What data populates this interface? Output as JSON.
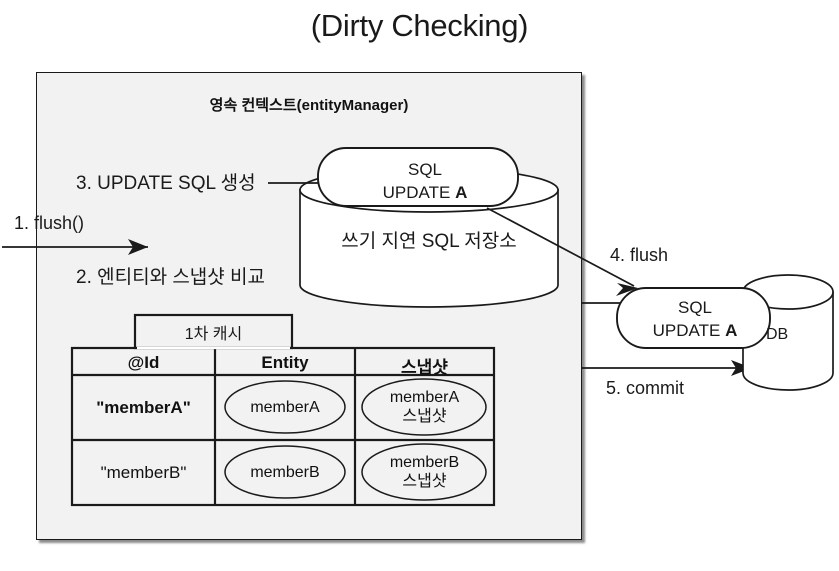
{
  "title": "(Dirty Checking)",
  "persistence_context": {
    "header": "영속 컨텍스트(entityManager)"
  },
  "steps": [
    {
      "id": "step1",
      "label": "1. flush()"
    },
    {
      "id": "step2",
      "label": "2. 엔티티와 스냅샷 비교"
    },
    {
      "id": "step3",
      "label": "3. UPDATE SQL 생성"
    },
    {
      "id": "step4",
      "label": "4. flush"
    },
    {
      "id": "step5",
      "label": "5. commit"
    }
  ],
  "write_behind_store": {
    "label": "쓰기 지연 SQL 저장소",
    "sql_card": {
      "line1": "SQL",
      "line2_prefix": "UPDATE ",
      "line2_bold": "A"
    }
  },
  "database": {
    "label": "DB",
    "sql_card": {
      "line1": "SQL",
      "line2_prefix": "UPDATE ",
      "line2_bold": "A"
    }
  },
  "first_level_cache": {
    "tab_label": "1차 캐시",
    "columns": [
      "@Id",
      "Entity",
      "스냅샷"
    ],
    "rows": [
      {
        "id": "\"memberA\"",
        "id_bold": true,
        "entity": "memberA",
        "snapshot_line1": "memberA",
        "snapshot_line2": "스냅샷"
      },
      {
        "id": "\"memberB\"",
        "id_bold": false,
        "entity": "memberB",
        "snapshot_line1": "memberB",
        "snapshot_line2": "스냅샷"
      }
    ]
  },
  "colors": {
    "background": "#ffffff",
    "panel": "#f2f2f2",
    "stroke": "#1a1a1a",
    "text": "#111111"
  }
}
